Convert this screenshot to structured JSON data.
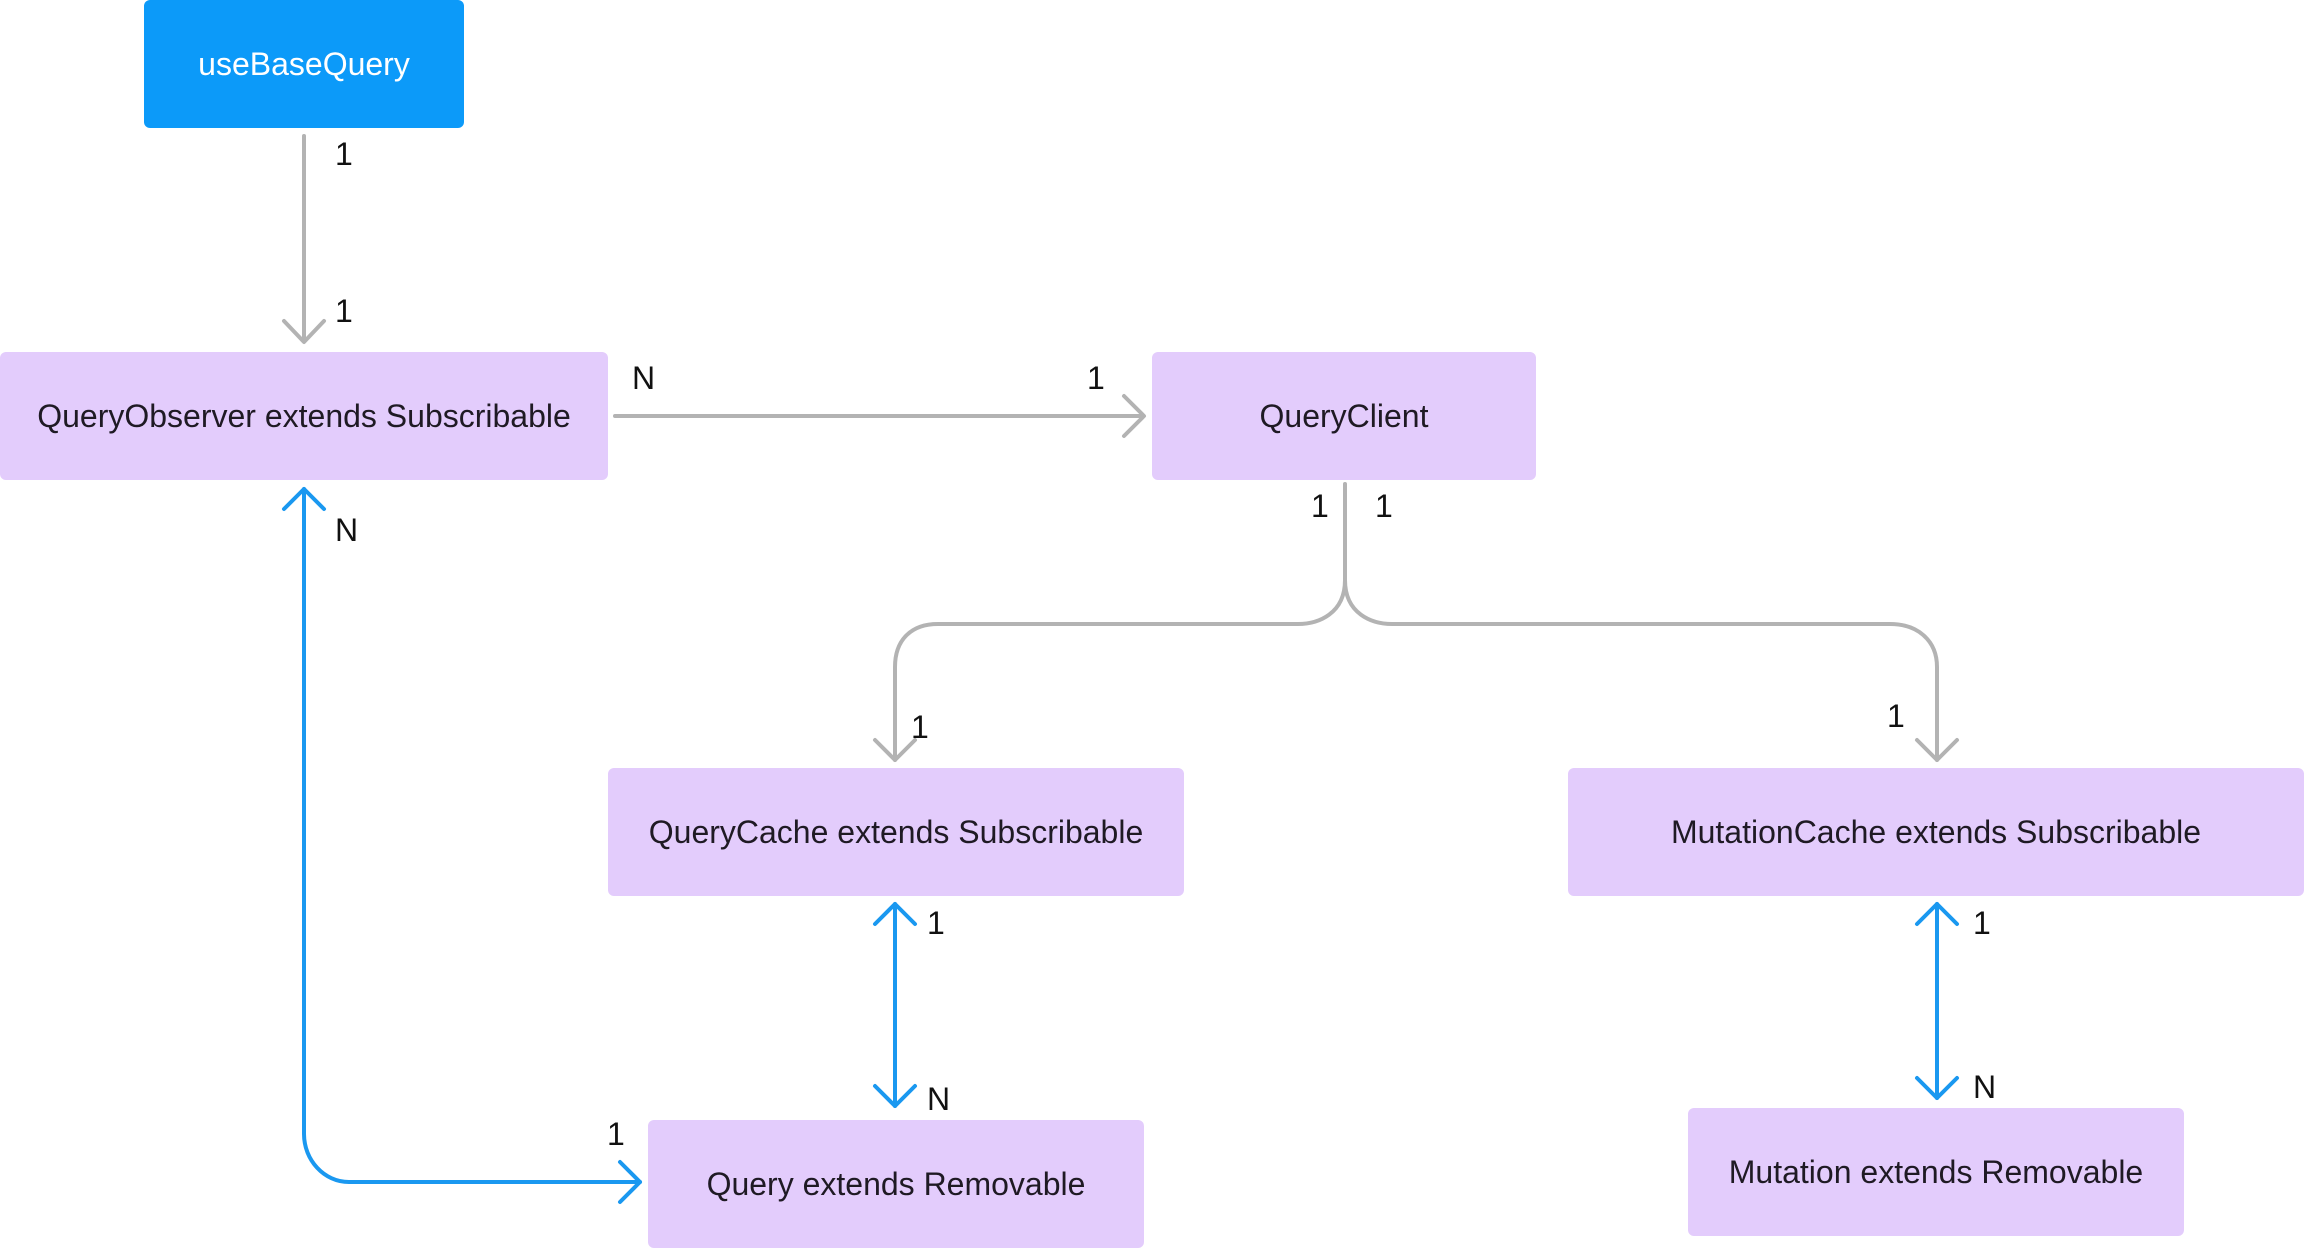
{
  "colors": {
    "primary_node_fill": "#0C9AF9",
    "node_fill": "#E3CCFC",
    "gray_connector": "#B3B3B3",
    "blue_connector": "#1A98F0"
  },
  "nodes": {
    "use_base_query": "useBaseQuery",
    "query_observer": "QueryObserver extends Subscribable",
    "query_client": "QueryClient",
    "query_cache": "QueryCache extends Subscribable",
    "mutation_cache": "MutationCache extends Subscribable",
    "query": "Query extends Removable",
    "mutation": "Mutation extends Removable"
  },
  "edges": {
    "usebasequery_to_observer": {
      "source": "1",
      "target": "1"
    },
    "observer_to_client": {
      "source": "N",
      "target": "1"
    },
    "client_to_query_cache": {
      "source": "1",
      "target": "1"
    },
    "client_to_mutation_cache": {
      "source": "1",
      "target": "1"
    },
    "query_cache_to_query": {
      "source": "1",
      "target": "N"
    },
    "mutation_cache_to_mutation": {
      "source": "1",
      "target": "N"
    },
    "query_to_observer": {
      "source": "1",
      "target": "N"
    }
  }
}
